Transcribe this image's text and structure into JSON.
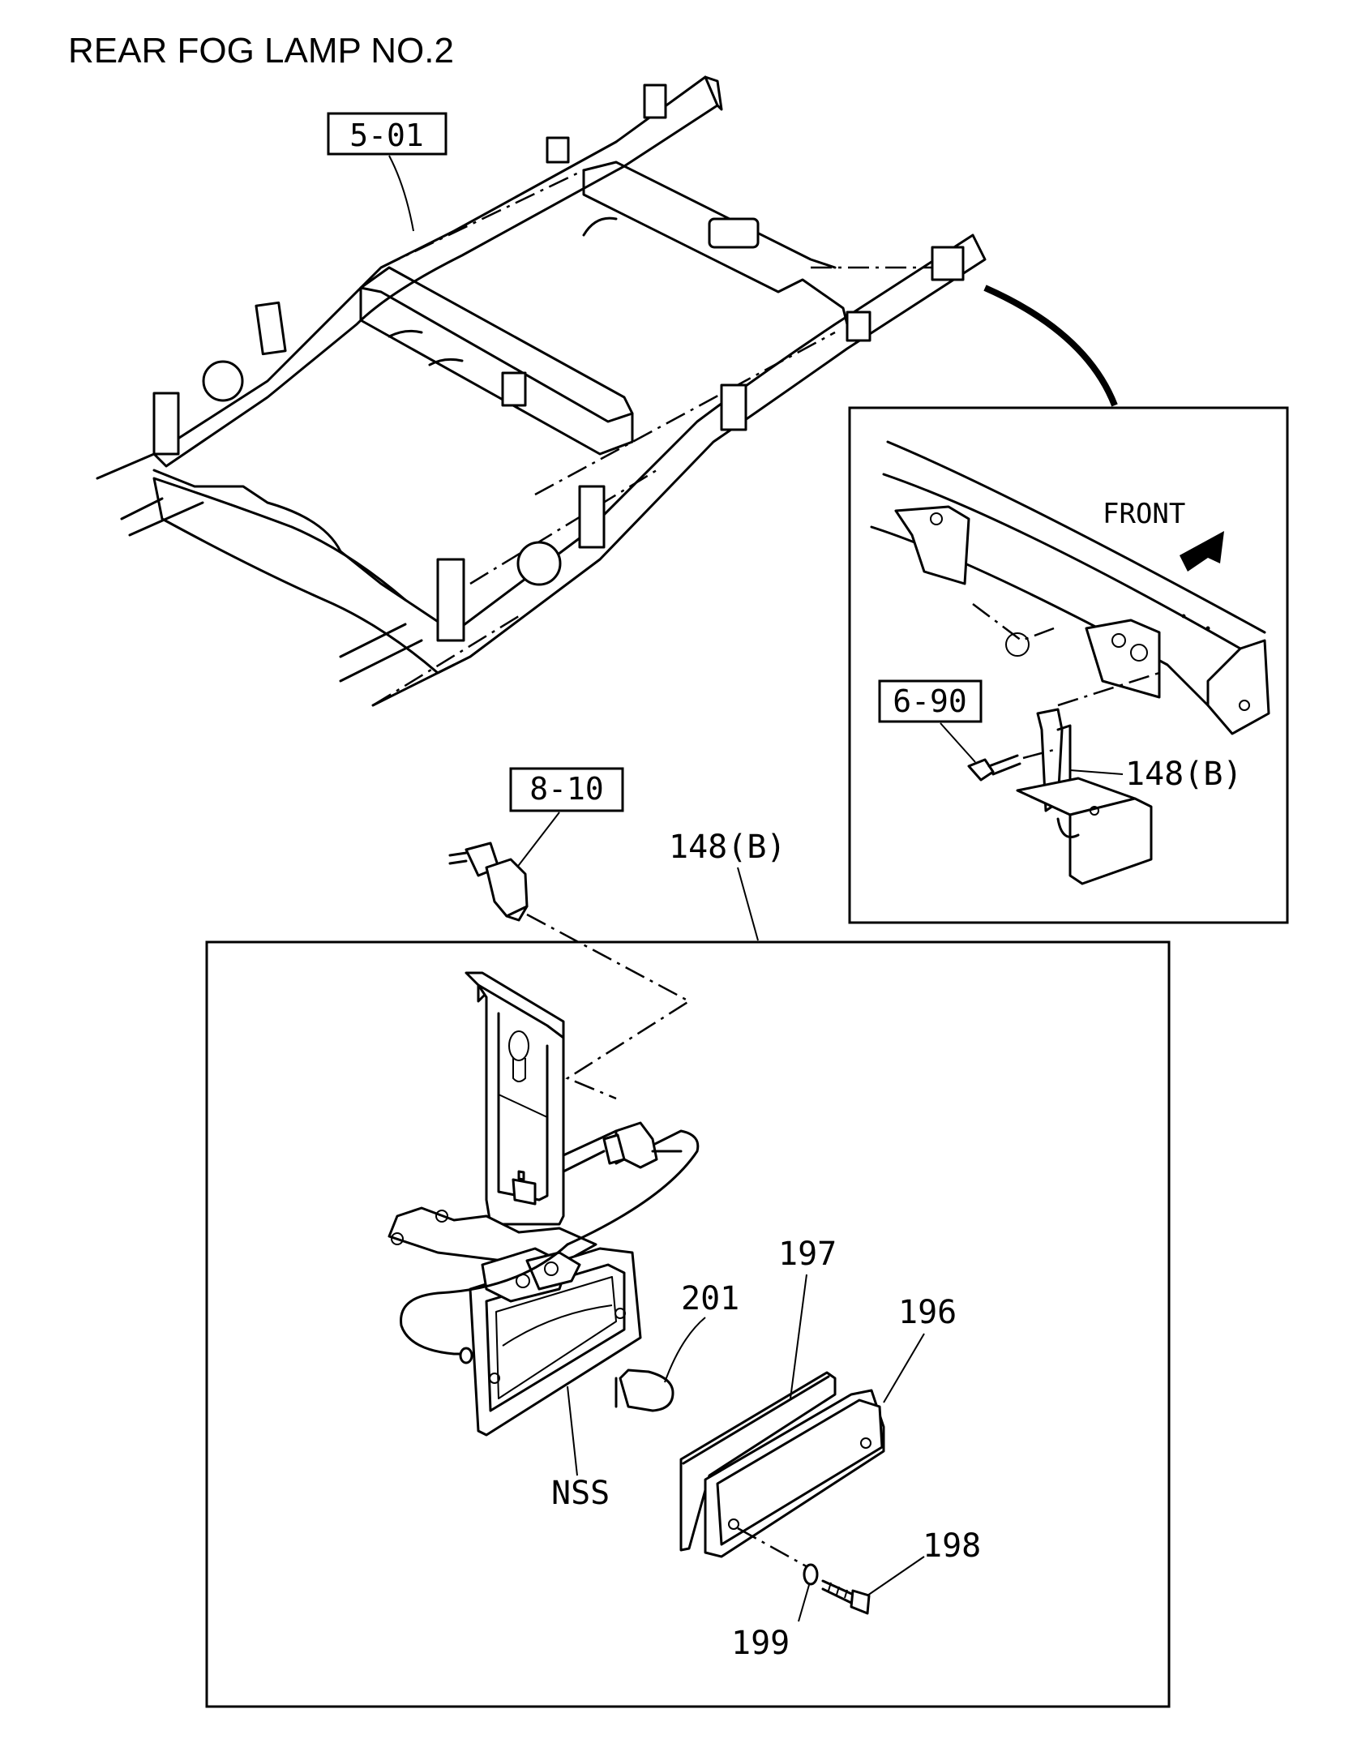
{
  "title": "REAR FOG LAMP NO.2",
  "labels": {
    "ref_5_01": "5-01",
    "ref_8_10": "8-10",
    "ref_6_90": "6-90",
    "part_148b_main": "148(B)",
    "part_148b_inset": "148(B)",
    "front": "FRONT",
    "part_197": "197",
    "part_196": "196",
    "part_201": "201",
    "part_nss": "NSS",
    "part_198": "198",
    "part_199": "199"
  },
  "colors": {
    "ink": "#000000",
    "paper": "#ffffff"
  }
}
